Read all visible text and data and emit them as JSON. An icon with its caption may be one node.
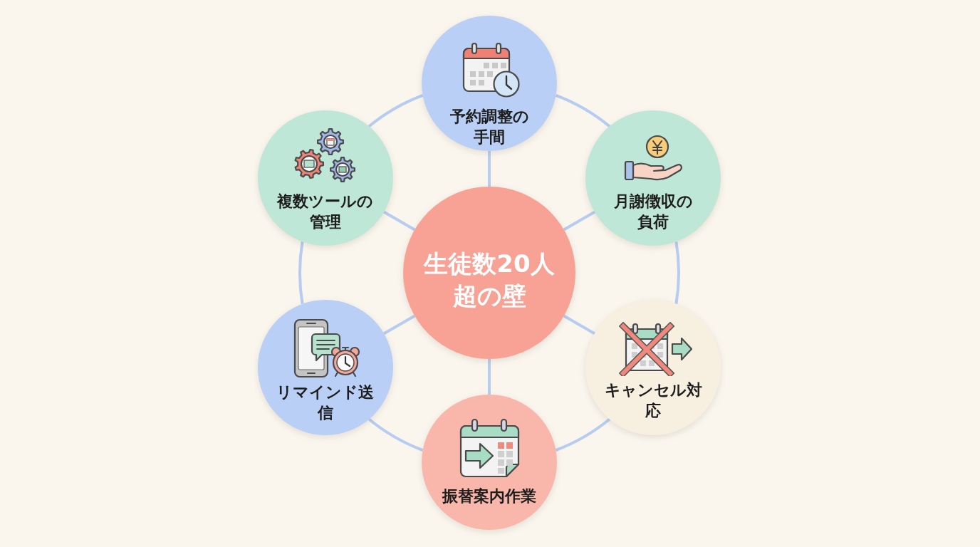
{
  "diagram": {
    "nodes": [
      {
        "text": [
          "生徒数20人超の壁"
        ]
      },
      {
        "text": [
          "予約調整の手間"
        ]
      },
      {
        "text": [
          "月謝徴収の負荷"
        ]
      },
      {
        "text": [
          "キャンセル対応"
        ]
      },
      {
        "text": [
          "振替案内作業"
        ]
      },
      {
        "text": [
          "リマインド送信"
        ]
      },
      {
        "text": [
          "複数ツールの管理"
        ]
      }
    ],
    "edges": [
      {
        "from": 0,
        "to": 1,
        "arrow": "none"
      },
      {
        "from": 0,
        "to": 2,
        "arrow": "none"
      },
      {
        "from": 0,
        "to": 3,
        "arrow": "none"
      },
      {
        "from": 0,
        "to": 4,
        "arrow": "none"
      },
      {
        "from": 0,
        "to": 5,
        "arrow": "none"
      },
      {
        "from": 0,
        "to": 6,
        "arrow": "none"
      },
      {
        "from": 1,
        "to": 2,
        "arrow": "none"
      },
      {
        "from": 2,
        "to": 3,
        "arrow": "none"
      },
      {
        "from": 3,
        "to": 4,
        "arrow": "none"
      },
      {
        "from": 4,
        "to": 5,
        "arrow": "none"
      },
      {
        "from": 5,
        "to": 6,
        "arrow": "none"
      },
      {
        "from": 6,
        "to": 1,
        "arrow": "none"
      }
    ]
  }
}
